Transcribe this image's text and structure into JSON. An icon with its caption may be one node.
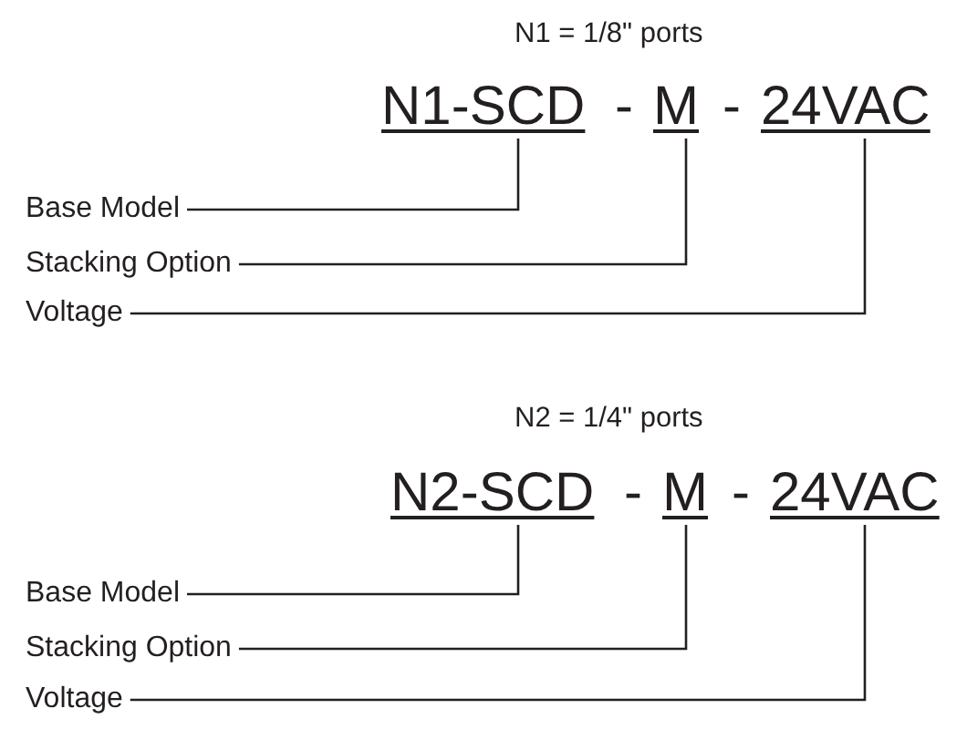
{
  "diagram": {
    "nodes": [
      {
        "text": [
          "N1-SCD"
        ]
      },
      {
        "text": [
          "M"
        ]
      },
      {
        "text": [
          "24VAC"
        ]
      },
      {
        "text": [
          "Base Model"
        ]
      },
      {
        "text": [
          "Stacking Option"
        ]
      },
      {
        "text": [
          "Voltage"
        ]
      },
      {
        "text": [
          "N2-SCD"
        ]
      },
      {
        "text": [
          "M"
        ]
      },
      {
        "text": [
          "24VAC"
        ]
      },
      {
        "text": [
          "Base Model"
        ]
      },
      {
        "text": [
          "Stacking Option"
        ]
      },
      {
        "text": [
          "Voltage"
        ]
      }
    ],
    "edges": [
      {
        "from": 3,
        "to": 0,
        "arrow": "none"
      },
      {
        "from": 4,
        "to": 1,
        "arrow": "none"
      },
      {
        "from": 5,
        "to": 2,
        "arrow": "none"
      },
      {
        "from": 9,
        "to": 6,
        "arrow": "none"
      },
      {
        "from": 10,
        "to": 7,
        "arrow": "none"
      },
      {
        "from": 11,
        "to": 8,
        "arrow": "none"
      }
    ],
    "labels": [
      "N1 = 1/8\" ports",
      "-",
      "-",
      "N2 = 1/4\" ports",
      "-",
      "-"
    ]
  }
}
